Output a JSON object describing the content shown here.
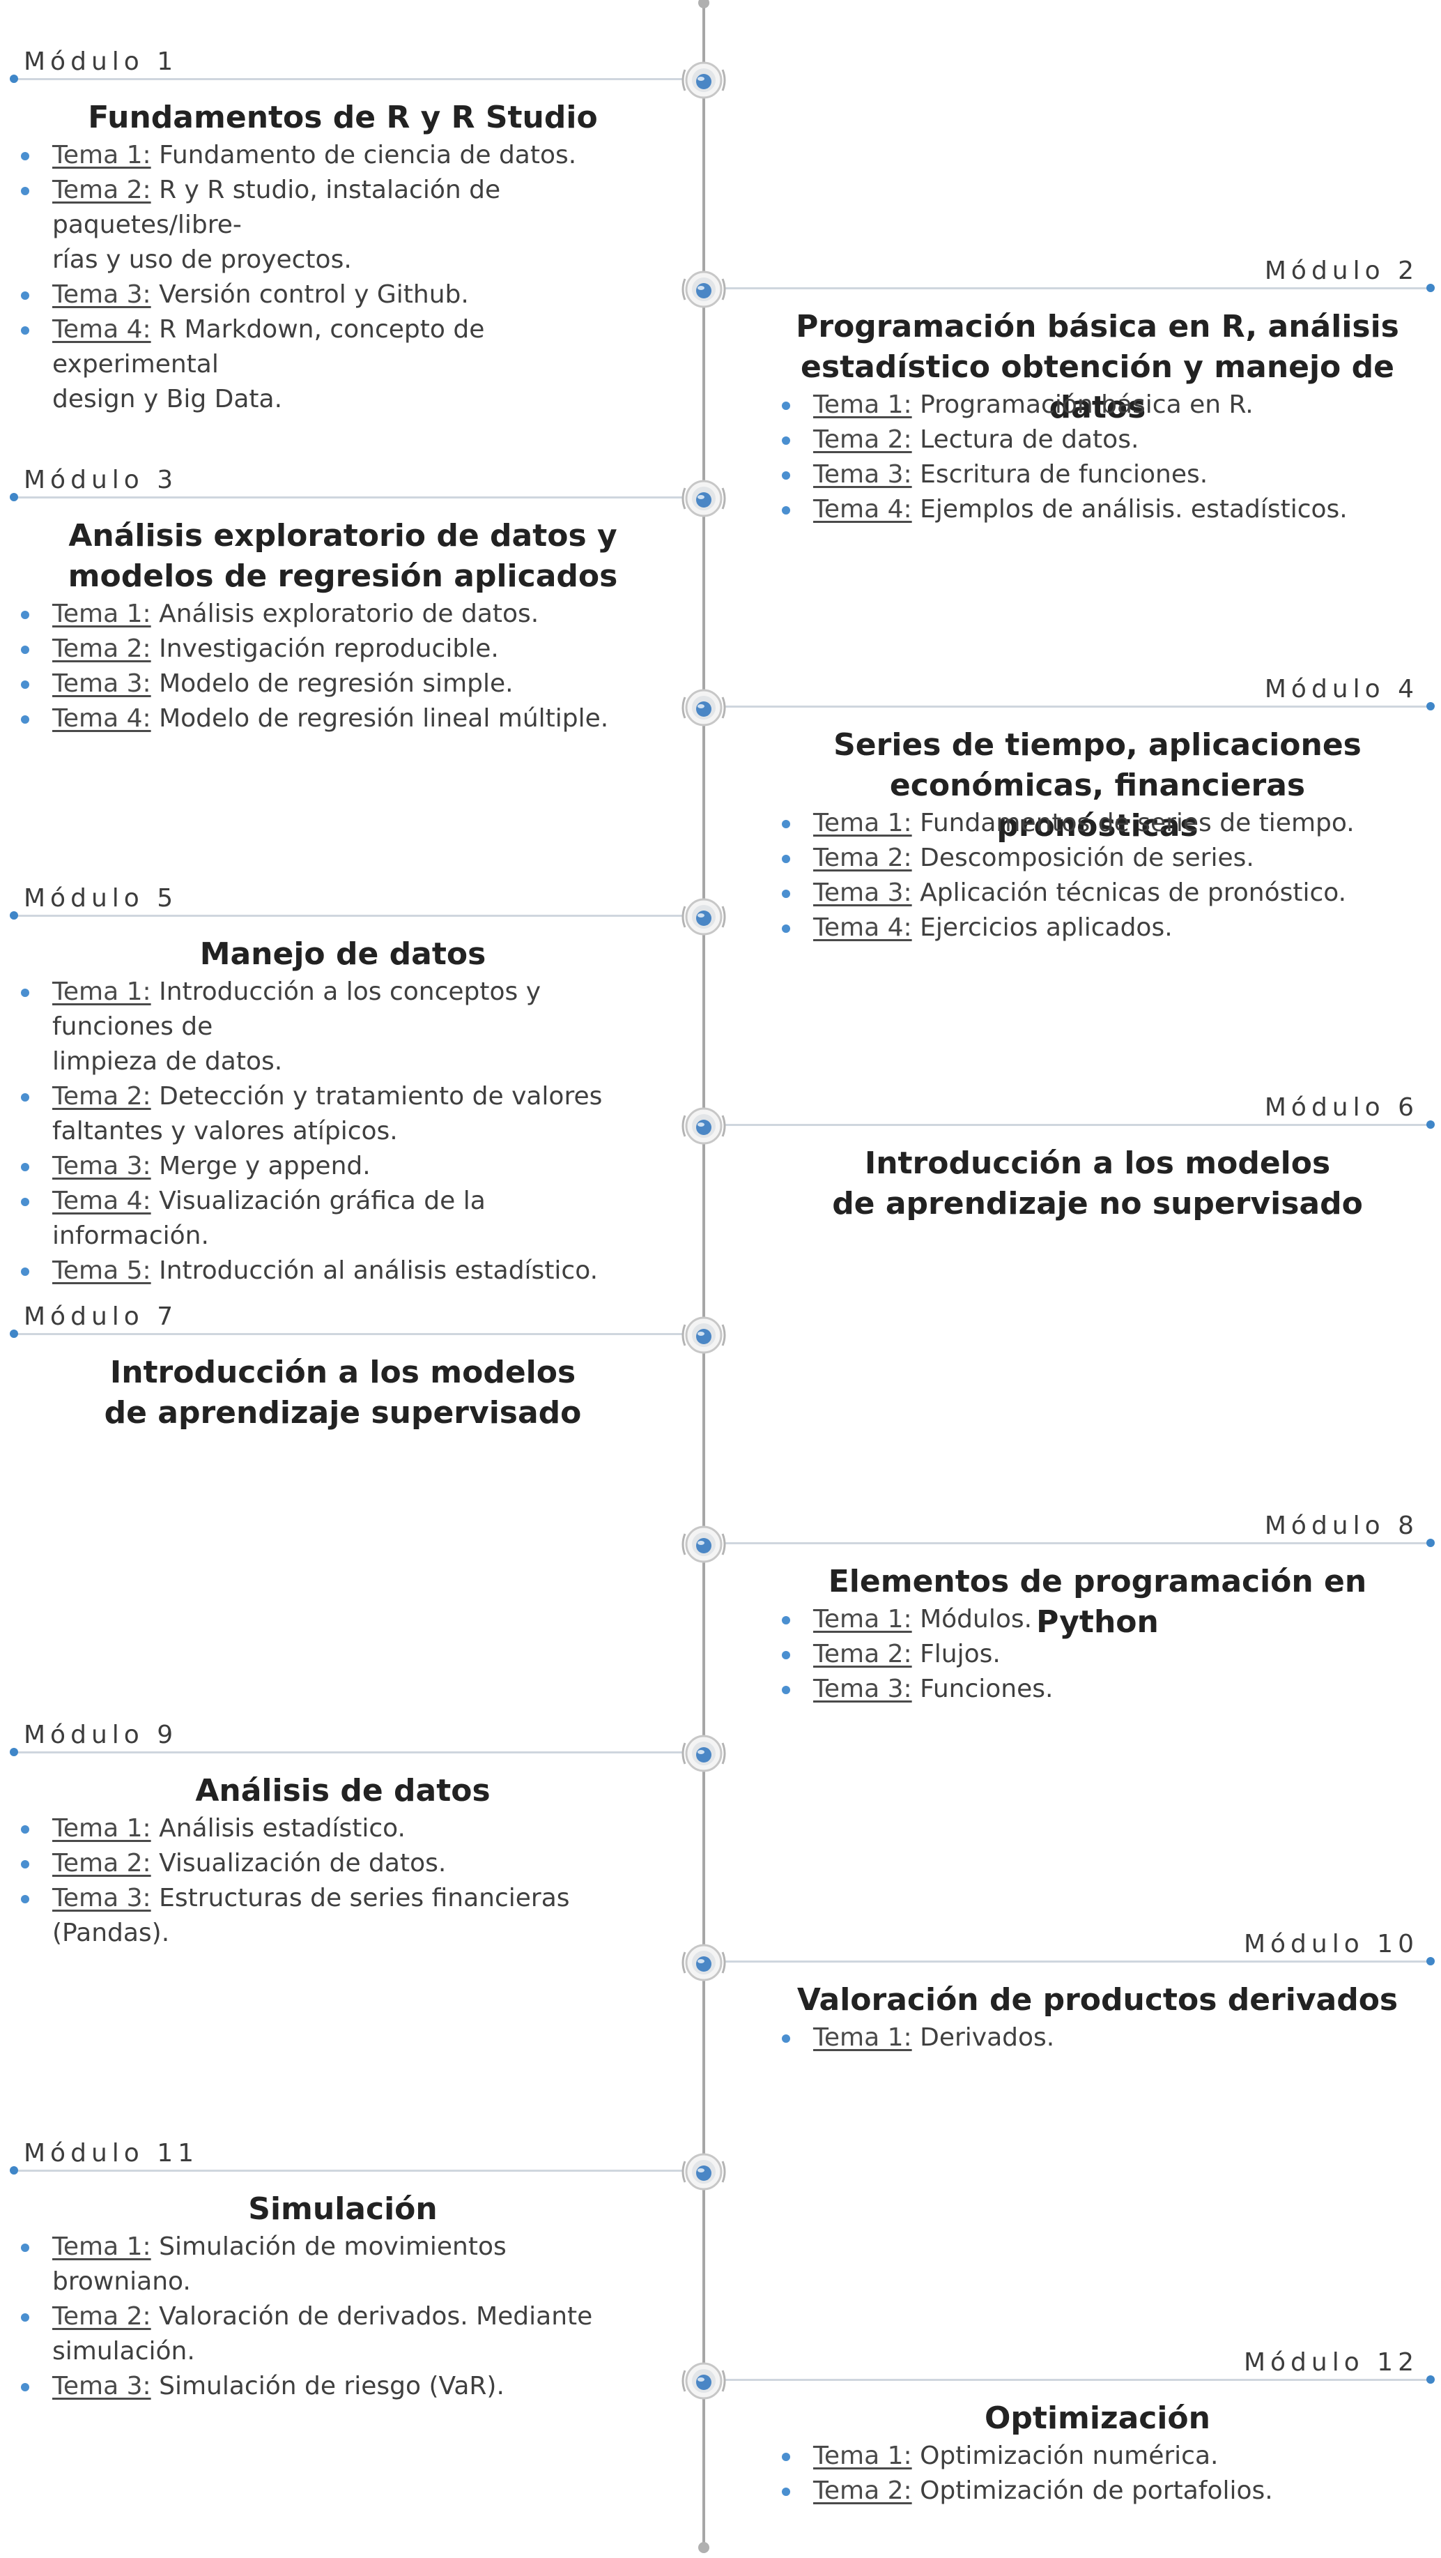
{
  "modules": [
    {
      "label": "Módulo 1",
      "title": "Fundamentos de R y R Studio",
      "topics": [
        {
          "key": "Tema 1:",
          "text": "Fundamento de ciencia de datos."
        },
        {
          "key": "Tema 2:",
          "text": "R y R studio, instalación de paquetes/libre-\nrías y uso de proyectos."
        },
        {
          "key": "Tema 3:",
          "text": "Versión control y Github."
        },
        {
          "key": "Tema 4:",
          "text": "R Markdown, concepto de experimental\ndesign y Big Data."
        }
      ]
    },
    {
      "label": "Módulo 2",
      "title": "Programación básica en R, análisis\nestadístico obtención y manejo de datos",
      "topics": [
        {
          "key": "Tema 1:",
          "text": "Programación básica en R."
        },
        {
          "key": "Tema 2:",
          "text": "Lectura de datos."
        },
        {
          "key": "Tema 3:",
          "text": "Escritura de funciones."
        },
        {
          "key": "Tema 4:",
          "text": "Ejemplos de análisis. estadísticos."
        }
      ]
    },
    {
      "label": "Módulo 3",
      "title": "Análisis exploratorio de datos y\nmodelos de regresión aplicados",
      "topics": [
        {
          "key": "Tema 1:",
          "text": "Análisis exploratorio de datos."
        },
        {
          "key": "Tema 2:",
          "text": "Investigación reproducible."
        },
        {
          "key": "Tema 3:",
          "text": "Modelo de regresión simple."
        },
        {
          "key": "Tema 4:",
          "text": "Modelo de regresión lineal múltiple."
        }
      ]
    },
    {
      "label": "Módulo 4",
      "title": "Series de tiempo, aplicaciones\neconómicas, financieras pronósticas",
      "topics": [
        {
          "key": "Tema 1:",
          "text": "Fundamentos de series de tiempo."
        },
        {
          "key": "Tema 2:",
          "text": "Descomposición de series."
        },
        {
          "key": "Tema 3:",
          "text": "Aplicación técnicas de pronóstico."
        },
        {
          "key": "Tema 4:",
          "text": "Ejercicios aplicados."
        }
      ]
    },
    {
      "label": "Módulo 5",
      "title": "Manejo de datos",
      "topics": [
        {
          "key": "Tema 1:",
          "text": "Introducción a los conceptos y funciones de\nlimpieza de datos."
        },
        {
          "key": "Tema 2:",
          "text": "Detección y tratamiento de valores\nfaltantes y valores atípicos."
        },
        {
          "key": "Tema 3:",
          "text": "Merge y append."
        },
        {
          "key": "Tema 4:",
          "text": "Visualización gráfica de la información."
        },
        {
          "key": "Tema 5:",
          "text": "Introducción al análisis estadístico."
        }
      ]
    },
    {
      "label": "Módulo 6",
      "title": "Introducción a los modelos\nde aprendizaje no supervisado",
      "topics": []
    },
    {
      "label": "Módulo 7",
      "title": "Introducción a los modelos\nde aprendizaje supervisado",
      "topics": []
    },
    {
      "label": "Módulo 8",
      "title": "Elementos de programación en Python",
      "topics": [
        {
          "key": "Tema 1:",
          "text": "Módulos."
        },
        {
          "key": "Tema 2:",
          "text": "Flujos."
        },
        {
          "key": "Tema 3:",
          "text": "Funciones."
        }
      ]
    },
    {
      "label": "Módulo 9",
      "title": "Análisis de datos",
      "topics": [
        {
          "key": "Tema 1:",
          "text": "Análisis estadístico."
        },
        {
          "key": "Tema 2:",
          "text": "Visualización de datos."
        },
        {
          "key": "Tema 3:",
          "text": "Estructuras de series financieras (Pandas)."
        }
      ]
    },
    {
      "label": "Módulo 10",
      "title": "Valoración de productos derivados",
      "topics": [
        {
          "key": "Tema 1:",
          "text": "Derivados."
        }
      ]
    },
    {
      "label": "Módulo 11",
      "title": "Simulación",
      "topics": [
        {
          "key": "Tema 1:",
          "text": "Simulación de movimientos browniano."
        },
        {
          "key": "Tema 2:",
          "text": "Valoración de derivados. Mediante\nsimulación."
        },
        {
          "key": "Tema 3:",
          "text": "Simulación de riesgo (VaR)."
        }
      ]
    },
    {
      "label": "Módulo 12",
      "title": "Optimización",
      "topics": [
        {
          "key": "Tema 1:",
          "text": "Optimización numérica."
        },
        {
          "key": "Tema 2:",
          "text": "Optimización de portafolios."
        }
      ]
    }
  ]
}
